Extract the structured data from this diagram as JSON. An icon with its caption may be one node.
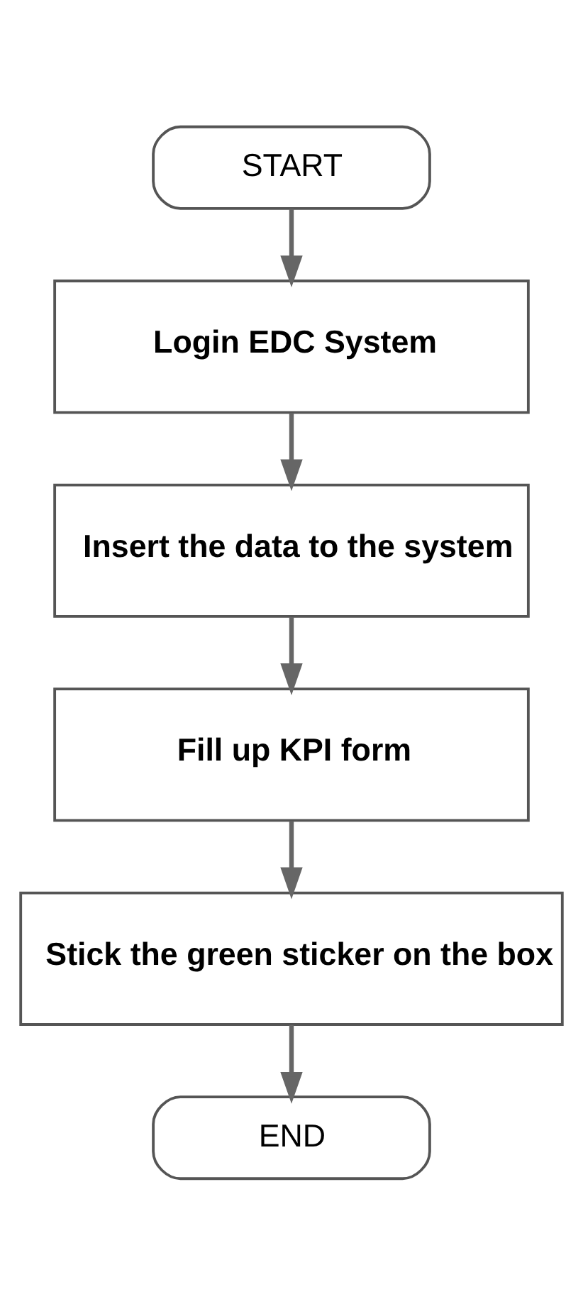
{
  "diagram": {
    "nodes": [
      {
        "text": [
          "START"
        ]
      },
      {
        "text": [
          "Login EDC System"
        ]
      },
      {
        "text": [
          "Insert the data to the system"
        ]
      },
      {
        "text": [
          "Fill up KPI form"
        ]
      },
      {
        "text": [
          "Stick the green sticker on the box"
        ]
      },
      {
        "text": [
          "END"
        ]
      }
    ],
    "edges": [
      {
        "from": 0,
        "to": 1,
        "arrow": "to"
      },
      {
        "from": 1,
        "to": 2,
        "arrow": "to"
      },
      {
        "from": 2,
        "to": 3,
        "arrow": "to"
      },
      {
        "from": 3,
        "to": 4,
        "arrow": "to"
      },
      {
        "from": 4,
        "to": 5,
        "arrow": "to"
      }
    ]
  }
}
